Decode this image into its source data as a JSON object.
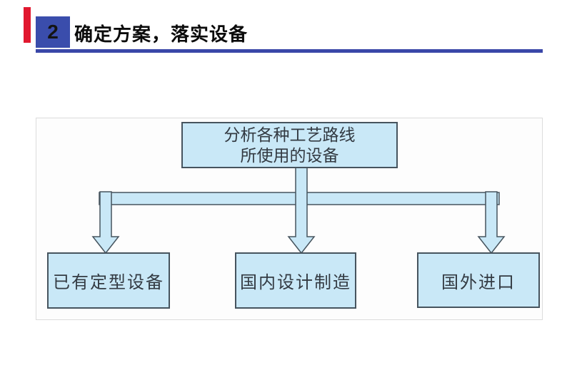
{
  "colors": {
    "accent_red": "#e1182f",
    "header_blue": "#3a4dac",
    "rule_blue": "#3a47a8",
    "box_fill": "#c9e8f7",
    "box_border": "#46545e",
    "container_border": "#dcdcdc",
    "diagram_text": "#333a42"
  },
  "header": {
    "number": "2",
    "title": "确定方案，落实设备"
  },
  "diagram": {
    "top_box": {
      "line1": "分析各种工艺路线",
      "line2": "所使用的设备"
    },
    "bottom_boxes": [
      {
        "label": "已有定型设备"
      },
      {
        "label": "国内设计制造"
      },
      {
        "label": "国外进口"
      }
    ]
  }
}
